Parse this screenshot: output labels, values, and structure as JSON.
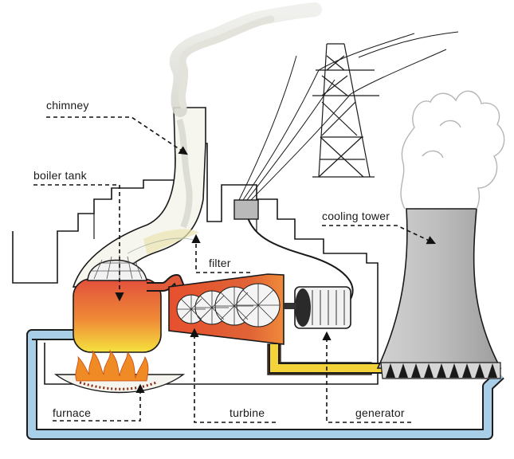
{
  "labels": {
    "chimney": "chimney",
    "boiler_tank": "boiler tank",
    "filter": "filter",
    "cooling_tower": "cooling tower",
    "furnace": "furnace",
    "turbine": "turbine",
    "generator": "generator"
  },
  "colors": {
    "water_pipe": "#a9cfe8",
    "steam_pipe": "#e05a3a",
    "hot_pipe": "#f3d23a",
    "boiler_top": "#e35b3e",
    "boiler_bottom": "#f4e03c",
    "turbine_casing": "#dd5a30",
    "flame": "#f08a24",
    "ink": "#1a1a1a"
  }
}
